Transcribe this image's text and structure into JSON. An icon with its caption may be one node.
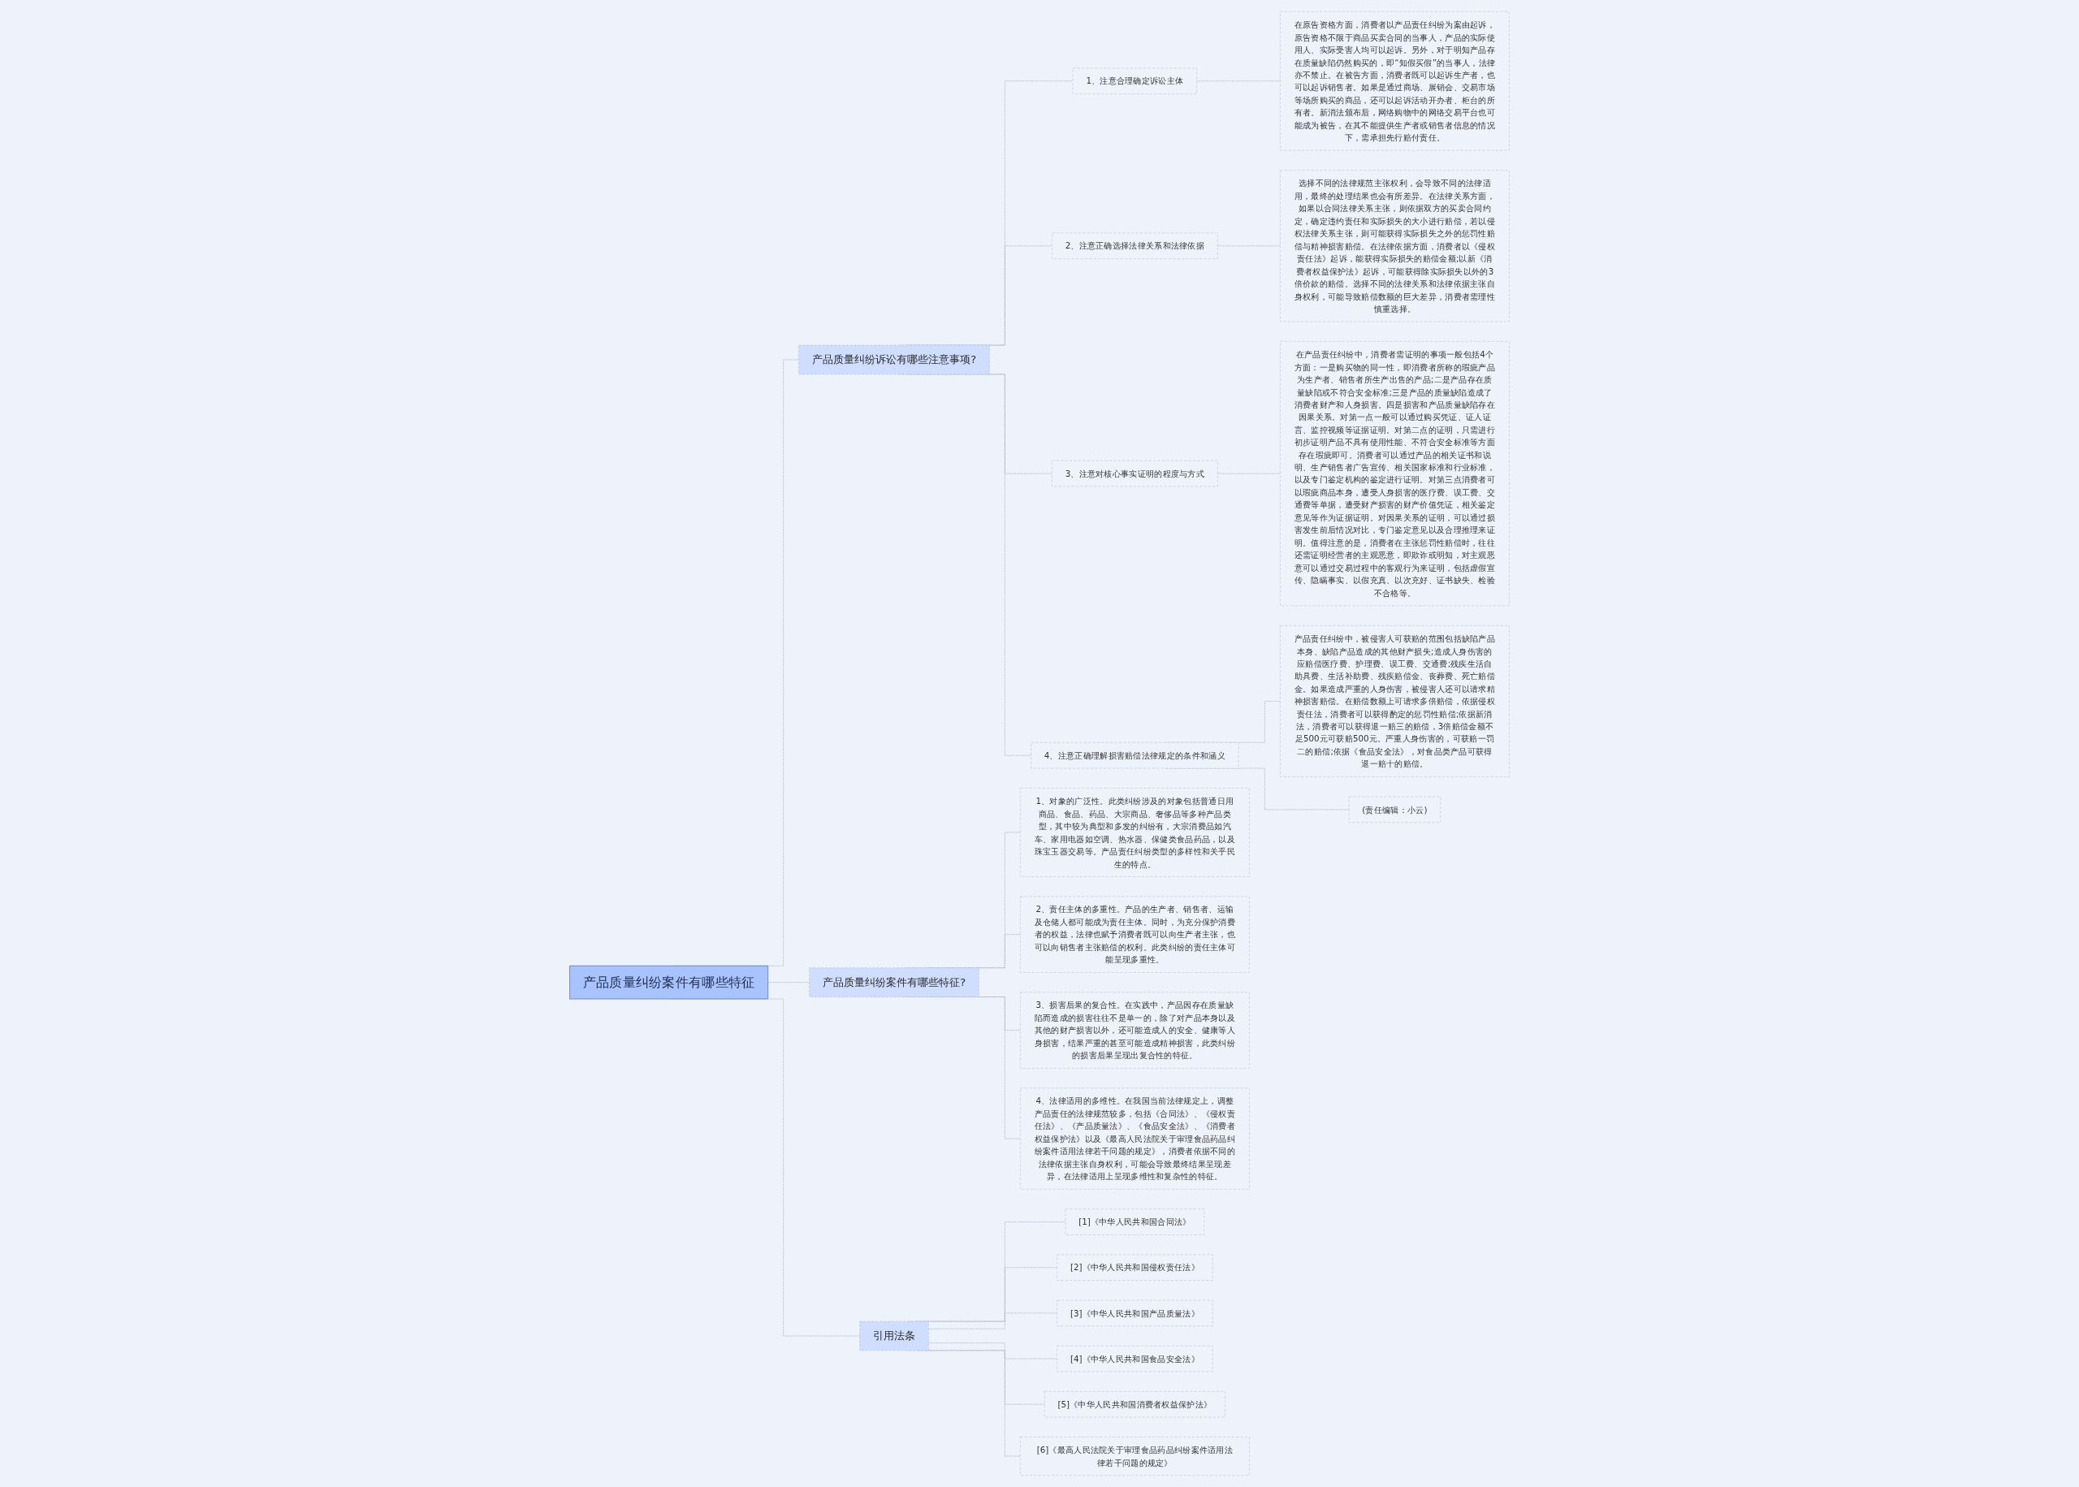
{
  "diagram": {
    "nodes": [
      {
        "text": [
          "产品质量纠纷案件有哪些特征"
        ]
      },
      {
        "text": [
          "产品质量纠纷诉讼有哪些注意事项?"
        ]
      },
      {
        "text": [
          "1、注意合理确定诉讼主体"
        ]
      },
      {
        "text": [
          "在原告资格方面，消费者以产品责任纠纷为案由起诉，原告资格不限于商品买卖合同的当事人，产品的实际使用人、实际受害人均可以起诉。另外，对于明知产品存在质量缺陷仍然购买的，即“知假买假”的当事人，法律亦不禁止。在被告方面，消费者既可以起诉生产者，也可以起诉销售者。如果是通过商场、展销会、交易市场等场所购买的商品，还可以起诉活动开办者、柜台的所有者。新消法颁布后，网络购物中的网络交易平台也可能成为被告，在其不能提供生产者或销售者信息的情况下，需承担先行赔付责任。"
        ]
      },
      {
        "text": [
          "2、注意正确选择法律关系和法律依据"
        ]
      },
      {
        "text": [
          "选择不同的法律规范主张权利，会导致不同的法律适用，最终的处理结果也会有所差异。在法律关系方面，如果以合同法律关系主张，则依据双方的买卖合同约定，确定违约责任和实际损失的大小进行赔偿，若以侵权法律关系主张，则可能获得实际损失之外的惩罚性赔偿与精神损害赔偿。在法律依据方面，消费者以《侵权责任法》起诉，能获得实际损失的赔偿金额;以新《消费者权益保护法》起诉，可能获得除实际损失以外的3倍价款的赔偿。选择不同的法律关系和法律依据主张自身权利，可能导致赔偿数额的巨大差异，消费者需理性慎重选择。"
        ]
      },
      {
        "text": [
          "3、注意对核心事实证明的程度与方式"
        ]
      },
      {
        "text": [
          "在产品责任纠纷中，消费者需证明的事项一般包括4个方面：一是购买物的同一性，即消费者所称的瑕疵产品为生产者、销售者所生产出售的产品;二是产品存在质量缺陷或不符合安全标准;三是产品的质量缺陷造成了消费者财产和人身损害。四是损害和产品质量缺陷存在因果关系。对第一点一般可以通过购买凭证、证人证言、监控视频等证据证明。对第二点的证明，只需进行初步证明产品不具有使用性能、不符合安全标准等方面存在瑕疵即可。消费者可以通过产品的相关证书和说明、生产销售者广告宣传、相关国家标准和行业标准，以及专门鉴定机构的鉴定进行证明。对第三点消费者可以瑕疵商品本身，遭受人身损害的医疗费、误工费、交通费等单据，遭受财产损害的财产价值凭证，相关鉴定意见等作为证据证明。对因果关系的证明，可以通过损害发生前后情况对比，专门鉴定意见以及合理推理来证明。值得注意的是，消费者在主张惩罚性赔偿时，往往还需证明经营者的主观恶意，即欺诈或明知，对主观恶意可以通过交易过程中的客观行为来证明，包括虚假宣传、隐瞒事实、以假充真、以次充好、证书缺失、检验不合格等。"
        ]
      },
      {
        "text": [
          "4、注意正确理解损害赔偿法律规定的条件和涵义"
        ]
      },
      {
        "text": [
          "产品责任纠纷中，被侵害人可获赔的范围包括缺陷产品本身、缺陷产品造成的其他财产损失;造成人身伤害的应赔偿医疗费、护理费、误工费、交通费;残疾生活自助具费、生活补助费、残疾赔偿金、丧葬费、死亡赔偿金。如果造成严重的人身伤害，被侵害人还可以请求精神损害赔偿。在赔偿数额上可请求多倍赔偿，依据侵权责任法，消费者可以获得酌定的惩罚性赔偿;依据新消法，消费者可以获得退一赔三的赔偿，3倍赔偿金额不足500元可获赔500元。严重人身伤害的，可获赔一罚二的赔偿;依据《食品安全法》，对食品类产品可获得退一赔十的赔偿。"
        ]
      },
      {
        "text": [
          "(责任编辑：小云)"
        ]
      },
      {
        "text": [
          "产品质量纠纷案件有哪些特征?"
        ]
      },
      {
        "text": [
          "1、对象的广泛性。此类纠纷涉及的对象包括普通日用商品、食品、药品、大宗商品、奢侈品等多种产品类型，其中较为典型和多发的纠纷有，大宗消费品如汽车、家用电器如空调、热水器、保健类食品药品，以及珠宝玉器交易等。产品责任纠纷类型的多样性和关乎民生的特点。"
        ]
      },
      {
        "text": [
          "2、责任主体的多重性。产品的生产者、销售者、运输及仓储人都可能成为责任主体。同时，为充分保护消费者的权益，法律也赋予消费者既可以向生产者主张，也可以向销售者主张赔偿的权利。此类纠纷的责任主体可能呈现多重性。"
        ]
      },
      {
        "text": [
          "3、损害后果的复合性。在实践中，产品因存在质量缺陷而造成的损害往往不是单一的，除了对产品本身以及其他的财产损害以外，还可能造成人的安全、健康等人身损害，结果严重的甚至可能造成精神损害，此类纠纷的损害后果呈现出复合性的特征。"
        ]
      },
      {
        "text": [
          "4、法律适用的多维性。在我国当前法律规定上，调整产品责任的法律规范较多，包括《合同法》、《侵权责任法》、《产品质量法》、《食品安全法》、《消费者权益保护法》以及《最高人民法院关于审理食品药品纠纷案件适用法律若干问题的规定》，消费者依据不同的法律依据主张自身权利，可能会导致最终结果呈现差异，在法律适用上呈现多维性和复杂性的特征。"
        ]
      },
      {
        "text": [
          "引用法条"
        ]
      },
      {
        "text": [
          "[1]《中华人民共和国合同法》"
        ]
      },
      {
        "text": [
          "[2]《中华人民共和国侵权责任法》"
        ]
      },
      {
        "text": [
          "[3]《中华人民共和国产品质量法》"
        ]
      },
      {
        "text": [
          "[4]《中华人民共和国食品安全法》"
        ]
      },
      {
        "text": [
          "[5]《中华人民共和国消费者权益保护法》"
        ]
      },
      {
        "text": [
          "[6]《最高人民法院关于审理食品药品纠纷案件适用法律若干问题的规定》"
        ]
      }
    ],
    "edges": [
      {
        "from": 0,
        "to": 1,
        "arrow": "none",
        "style": "dashed"
      },
      {
        "from": 1,
        "to": 2,
        "arrow": "none",
        "style": "dashed"
      },
      {
        "from": 2,
        "to": 3,
        "arrow": "none",
        "style": "dashed"
      },
      {
        "from": 1,
        "to": 4,
        "arrow": "none",
        "style": "dashed"
      },
      {
        "from": 4,
        "to": 5,
        "arrow": "none",
        "style": "dashed"
      },
      {
        "from": 1,
        "to": 6,
        "arrow": "none",
        "style": "dashed"
      },
      {
        "from": 6,
        "to": 7,
        "arrow": "none",
        "style": "dashed"
      },
      {
        "from": 1,
        "to": 8,
        "arrow": "none",
        "style": "dashed"
      },
      {
        "from": 8,
        "to": 9,
        "arrow": "none",
        "style": "dashed"
      },
      {
        "from": 8,
        "to": 10,
        "arrow": "none",
        "style": "dashed"
      },
      {
        "from": 0,
        "to": 11,
        "arrow": "none",
        "style": "dashed"
      },
      {
        "from": 11,
        "to": 12,
        "arrow": "none",
        "style": "dashed"
      },
      {
        "from": 11,
        "to": 13,
        "arrow": "none",
        "style": "dashed"
      },
      {
        "from": 11,
        "to": 14,
        "arrow": "none",
        "style": "dashed"
      },
      {
        "from": 11,
        "to": 15,
        "arrow": "none",
        "style": "dashed"
      },
      {
        "from": 0,
        "to": 16,
        "arrow": "none",
        "style": "dashed"
      },
      {
        "from": 16,
        "to": 17,
        "arrow": "none",
        "style": "dashed"
      },
      {
        "from": 16,
        "to": 18,
        "arrow": "none",
        "style": "dashed"
      },
      {
        "from": 16,
        "to": 19,
        "arrow": "none",
        "style": "dashed"
      },
      {
        "from": 16,
        "to": 20,
        "arrow": "none",
        "style": "dashed"
      },
      {
        "from": 16,
        "to": 21,
        "arrow": "none",
        "style": "dashed"
      },
      {
        "from": 16,
        "to": 22,
        "arrow": "none",
        "style": "dashed"
      }
    ]
  }
}
